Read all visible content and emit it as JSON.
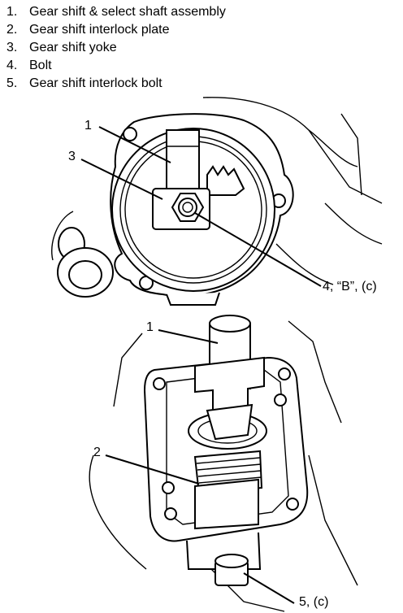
{
  "legend": [
    {
      "num": "1.",
      "label": "Gear shift & select shaft assembly"
    },
    {
      "num": "2.",
      "label": "Gear shift interlock plate"
    },
    {
      "num": "3.",
      "label": "Gear shift yoke"
    },
    {
      "num": "4.",
      "label": "Bolt"
    },
    {
      "num": "5.",
      "label": "Gear shift interlock bolt"
    }
  ],
  "callouts": {
    "top_1": "1",
    "top_3": "3",
    "top_4": "4, “B”, (c)",
    "bottom_1": "1",
    "bottom_2": "2",
    "bottom_5": "5, (c)"
  }
}
